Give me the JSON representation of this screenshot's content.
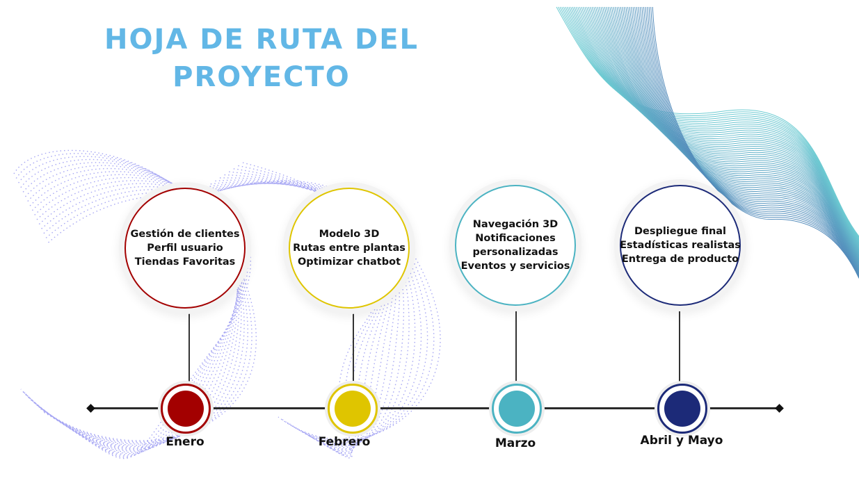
{
  "title": {
    "line1": "HOJA DE RUTA DEL",
    "line2": "PROYECTO"
  },
  "colors": {
    "title": "#62b7e6",
    "enero": "#a30000",
    "febrero": "#dfc500",
    "marzo": "#4bb3c2",
    "abril_mayo": "#1c2a78",
    "decor_dots": "#8a8af0",
    "decor_lines": "#4ac0c8"
  },
  "milestones": [
    {
      "month": "Enero",
      "color": "#a30000",
      "items": [
        "Gestión de clientes",
        "Perfil usuario",
        "Tiendas Favoritas"
      ]
    },
    {
      "month": "Febrero",
      "color": "#dfc500",
      "items": [
        "Modelo 3D",
        "Rutas entre plantas",
        "Optimizar chatbot"
      ]
    },
    {
      "month": "Marzo",
      "color": "#4bb3c2",
      "items": [
        "Navegación 3D",
        "Notificaciones",
        "personalizadas",
        "Eventos y servicios"
      ]
    },
    {
      "month": "Abril y Mayo",
      "color": "#1c2a78",
      "items": [
        "Despliegue final",
        "Estadísticas realistas",
        "Entrega de producto"
      ]
    }
  ]
}
